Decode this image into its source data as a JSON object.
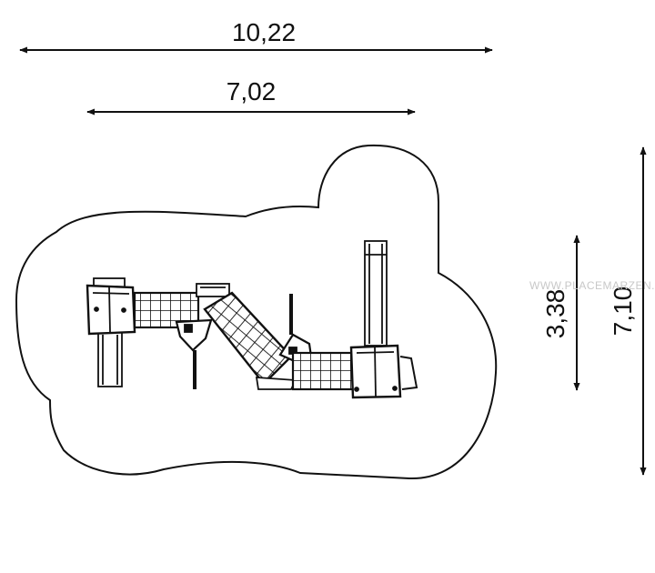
{
  "dimensions": {
    "overall_width": "10,22",
    "structure_width": "7,02",
    "structure_depth": "3,38",
    "overall_depth": "7,10"
  },
  "watermark": "WWW.PLACEMARZEN.PL",
  "colors": {
    "line": "#111111",
    "background": "#ffffff",
    "watermark": "#c8c8c8"
  }
}
